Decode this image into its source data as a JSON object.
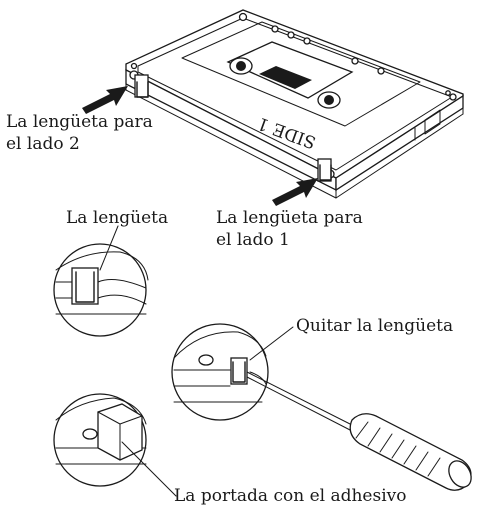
{
  "labels": {
    "tab_side2": [
      "La lengüeta para",
      "el lado 2"
    ],
    "tab_side1": [
      "La lengüeta para",
      "el lado 1"
    ],
    "tab": "La lengüeta",
    "remove_tab": "Quitar la lengüeta",
    "cover_adhesive": "La portada con el adhesivo"
  },
  "cassette_label": "SIDE 1",
  "colors": {
    "ink": "#1a1a1a",
    "background": "#ffffff"
  },
  "icons": [
    "cassette",
    "arrow",
    "magnifier-circle",
    "screwdriver"
  ]
}
